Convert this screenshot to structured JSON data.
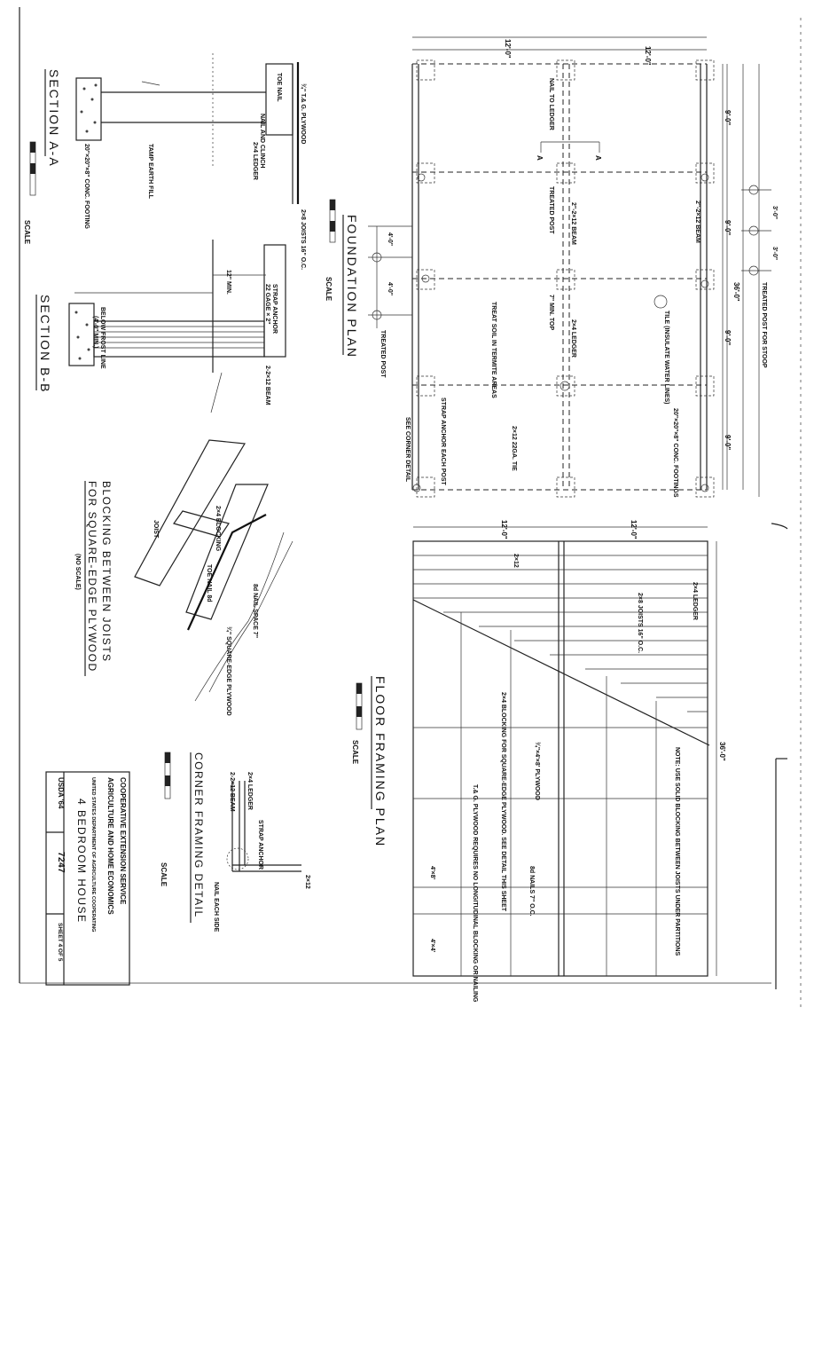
{
  "section_aa": {
    "title": "SECTION A-A",
    "scale": "SCALE",
    "labels": {
      "tg_plywood": "¾\" T.& G. PLYWOOD",
      "toe_nail": "TOE NAIL",
      "nail_clinch": "NAIL AND CLINCH",
      "ledger": "2×4 LEDGER",
      "tamp_fill": "TAMP EARTH FILL",
      "footing": "20\"×20\"×8\" CONC. FOOTING",
      "joists": "2×8 JOISTS 16\" O.C."
    }
  },
  "section_bb": {
    "title": "SECTION B-B",
    "labels": {
      "below_frost": "BELOW FROST LINE",
      "min_depth": "(4'-0\" MIN.)",
      "min12": "12\" MIN.",
      "strap": "STRAP ANCHOR",
      "gage": "22 GAGE × 2\"",
      "beam": "2-2×12 BEAM"
    }
  },
  "foundation_plan": {
    "title": "FOUNDATION PLAN",
    "scale": "SCALE",
    "labels": {
      "nail_to_ledger": "NAIL TO LEDGER",
      "treated_post": "TREATED POST",
      "treated_post_2": "TREATED POST",
      "beam_a": "2\"-2×12 BEAM",
      "beam_b": "2\"-2×12 BEAM",
      "tile": "TILE (INSULATE WATER LINES)",
      "treat_soil": "TREAT SOIL IN TERMITE AREAS",
      "ledger": "2×4 LEDGER",
      "min_top": "7\" MIN. TOP",
      "strap_each_post": "STRAP ANCHOR EACH POST",
      "see_corner": "SEE CORNER DETAIL",
      "conc_footings": "20\"×20\"×8\" CONC. FOOTINGS",
      "stoop_post": "TREATED POST FOR STOOP",
      "ties": "2×12 22GA. TIE",
      "mark_a": "A",
      "mark_a2": "A"
    },
    "dims": {
      "top_left": "12'-0\"",
      "top_right": "12'-0\"",
      "overall": "36'-0\"",
      "side_1": "9'-0\"",
      "side_2": "9'-0\"",
      "side_3": "9'-0\"",
      "side_4": "9'-0\"",
      "stoop_1": "3'-0\"",
      "stoop_2": "3'-0\"",
      "left_1": "4'-0\"",
      "left_2": "4'-0\""
    }
  },
  "floor_plan": {
    "title": "FLOOR FRAMING PLAN",
    "scale": "SCALE",
    "labels": {
      "ledger": "2×4 LEDGER",
      "joists": "2×8 JOISTS 16\" O.C.",
      "beam": "2×12",
      "blocking": "2×4 BLOCKING FOR SQUARE-EDGE PLYWOOD. SEE DETAIL THIS SHEET",
      "plywood": "¾\"×4'×8' PLYWOOD",
      "tg_note": "T.& G. PLYWOOD REQUIRES NO LONGITUDINAL BLOCKING OR NAILING",
      "nails": "8d NAILS 7\" O.C.",
      "note": "NOTE: USE SOLID BLOCKING BETWEEN JOISTS UNDER PARTITIONS",
      "sheet_1": "4'×8'",
      "sheet_2": "4'×4'"
    },
    "dims": {
      "left": "12'-0\"",
      "right": "12'-0\"",
      "overall": "36'-0\""
    }
  },
  "blocking_detail": {
    "title": "BLOCKING BETWEEN JOISTS",
    "title2": "FOR SQUARE-EDGE PLYWOOD",
    "noscale": "(NO SCALE)",
    "labels": {
      "joist": "JOIST",
      "blocking": "2×4 BLOCKING",
      "toe_nail": "TOE NAIL 8d",
      "nail_space": "8d NAIL SPACE 7\"",
      "sq_plywood": "¾\" SQUARE-EDGE PLYWOOD"
    }
  },
  "corner_detail": {
    "title": "CORNER FRAMING DETAIL",
    "scale": "SCALE",
    "labels": {
      "ledger": "2×4 LEDGER",
      "beam": "2-2×12 BEAM",
      "strap": "STRAP ANCHOR",
      "nail_each_side": "NAIL EACH SIDE",
      "joist": "2×12"
    }
  },
  "title_block": {
    "line1": "COOPERATIVE EXTENSION SERVICE",
    "line2": "AGRICULTURE AND HOME ECONOMICS",
    "line3": "UNITED STATES DEPARTMENT OF AGRICULTURE COOPERATING",
    "house": "4 BEDROOM HOUSE",
    "org": "USDA '64",
    "plan_no": "7247",
    "sheet": "SHEET 4 OF 5"
  }
}
